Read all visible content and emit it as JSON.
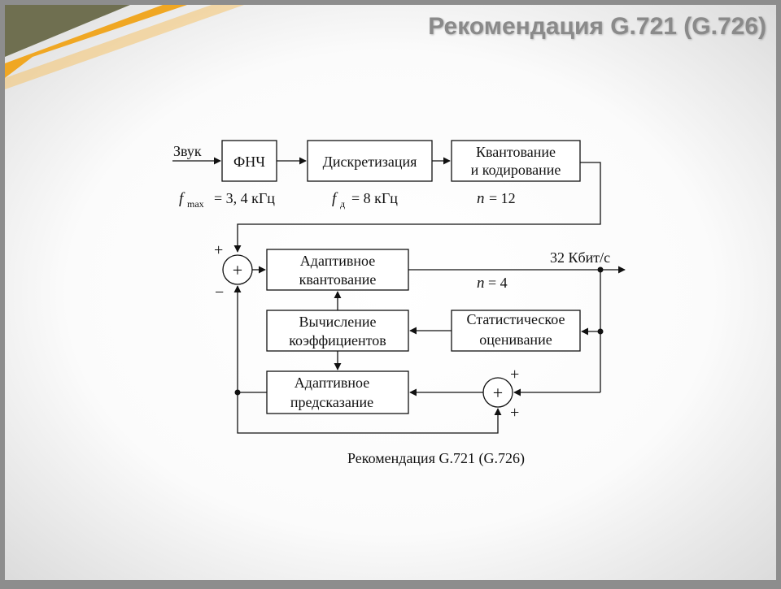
{
  "slide_title": "Рекомендация G.721 (G.726)",
  "caption": "Рекомендация G.721 (G.726)",
  "colors": {
    "accent_orange": "#f0a318",
    "accent_dark": "#6f6f50",
    "title_gray": "#8a8a8a"
  },
  "input_label": "Звук",
  "blocks": {
    "lpf": "ФНЧ",
    "sampling": "Дискретизация",
    "quant_coding": [
      "Квантование",
      "и кодирование"
    ],
    "adaptive_quant": [
      "Адаптивное",
      "квантование"
    ],
    "coef_calc": [
      "Вычисление",
      "коэффициентов"
    ],
    "stat_est": [
      "Статистическое",
      "оценивание"
    ],
    "adaptive_pred": [
      "Адаптивное",
      "предсказание"
    ]
  },
  "params": {
    "fmax_symbol": "f",
    "fmax_sub": "max",
    "fmax_value": "= 3, 4  кГц",
    "fd_symbol": "f",
    "fd_sub": "д",
    "fd_value": "= 8  кГц",
    "n_quant_symbol": "n",
    "n_quant_value": "= 12",
    "n_adapt_symbol": "n",
    "n_adapt_value": "= 4"
  },
  "output_rate": "32  Кбит/с",
  "adder": {
    "symbol": "+",
    "sign_plus": "+",
    "sign_minus": "−"
  }
}
